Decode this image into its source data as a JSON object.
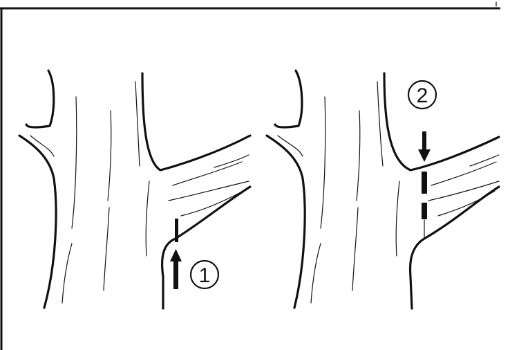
{
  "figure": {
    "labels": [
      {
        "id": "cut-1",
        "text": "1"
      },
      {
        "id": "cut-2",
        "text": "2"
      }
    ]
  }
}
